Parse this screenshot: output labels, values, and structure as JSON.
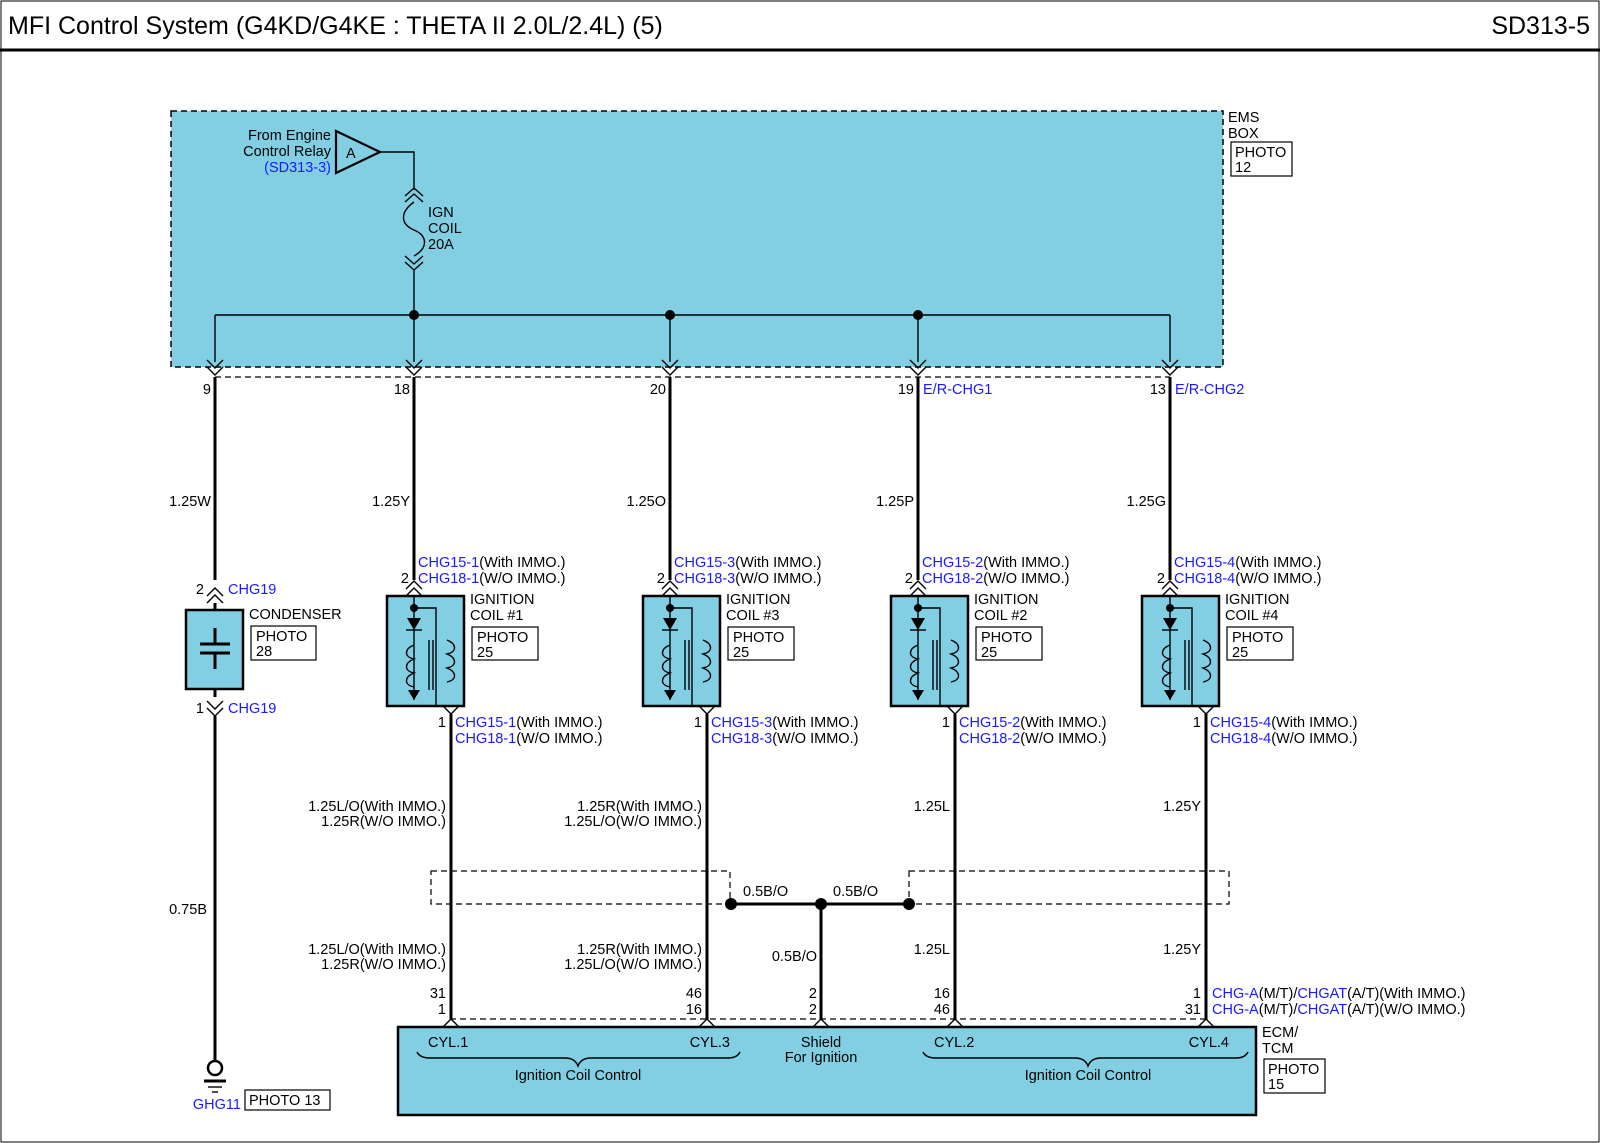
{
  "header": {
    "title": "MFI Control System (G4KD/G4KE : THETA II 2.0L/2.4L) (5)",
    "page_code": "SD313-5"
  },
  "colors": {
    "component_fill": "#82cfe3",
    "link_text": "#1a1aff",
    "wire": "#000000"
  },
  "ems_box": {
    "label_line1": "EMS",
    "label_line2": "BOX",
    "photo_line1": "PHOTO",
    "photo_line2": "12",
    "source_line1": "From Engine",
    "source_line2": "Control Relay",
    "source_ref": "(SD313-3)",
    "connector_letter": "A",
    "fuse_line1": "IGN",
    "fuse_line2": "COIL",
    "fuse_line3": "20A"
  },
  "ems_pins": [
    {
      "pin": "9",
      "connector": ""
    },
    {
      "pin": "18",
      "connector": ""
    },
    {
      "pin": "20",
      "connector": ""
    },
    {
      "pin": "19",
      "connector": "E/R-CHG1"
    },
    {
      "pin": "13",
      "connector": "E/R-CHG2"
    }
  ],
  "upper_wires": [
    "1.25W",
    "1.25Y",
    "1.25O",
    "1.25P",
    "1.25G"
  ],
  "condenser": {
    "name": "CONDENSER",
    "photo_line1": "PHOTO",
    "photo_line2": "28",
    "top_pin": "2",
    "top_connector": "CHG19",
    "bottom_pin": "1",
    "bottom_connector": "CHG19",
    "ground_wire": "0.75B",
    "ground_label": "GHG11",
    "ground_photo": "PHOTO 13"
  },
  "coils": [
    {
      "name_line1": "IGNITION",
      "name_line2": "COIL #1",
      "photo_line1": "PHOTO",
      "photo_line2": "25",
      "top_pin": "2",
      "top_c1": "CHG15-1",
      "top_c1_note": "(With IMMO.)",
      "top_c2": "CHG18-1",
      "top_c2_note": "(W/O IMMO.)",
      "bot_pin": "1",
      "bot_c1": "CHG15-1",
      "bot_c1_note": "(With IMMO.)",
      "bot_c2": "CHG18-1",
      "bot_c2_note": "(W/O IMMO.)",
      "wire_a1": "1.25L/O(With IMMO.)",
      "wire_a2": "1.25R(W/O IMMO.)",
      "wire_b1": "1.25L/O(With IMMO.)",
      "wire_b2": "1.25R(W/O IMMO.)",
      "ecm_pin1": "31",
      "ecm_pin2": "1"
    },
    {
      "name_line1": "IGNITION",
      "name_line2": "COIL #3",
      "photo_line1": "PHOTO",
      "photo_line2": "25",
      "top_pin": "2",
      "top_c1": "CHG15-3",
      "top_c1_note": "(With IMMO.)",
      "top_c2": "CHG18-3",
      "top_c2_note": "(W/O IMMO.)",
      "bot_pin": "1",
      "bot_c1": "CHG15-3",
      "bot_c1_note": "(With IMMO.)",
      "bot_c2": "CHG18-3",
      "bot_c2_note": "(W/O IMMO.)",
      "wire_a1": "1.25R(With IMMO.)",
      "wire_a2": "1.25L/O(W/O IMMO.)",
      "wire_b1": "1.25R(With IMMO.)",
      "wire_b2": "1.25L/O(W/O IMMO.)",
      "ecm_pin1": "46",
      "ecm_pin2": "16"
    },
    {
      "name_line1": "IGNITION",
      "name_line2": "COIL #2",
      "photo_line1": "PHOTO",
      "photo_line2": "25",
      "top_pin": "2",
      "top_c1": "CHG15-2",
      "top_c1_note": "(With IMMO.)",
      "top_c2": "CHG18-2",
      "top_c2_note": "(W/O IMMO.)",
      "bot_pin": "1",
      "bot_c1": "CHG15-2",
      "bot_c1_note": "(With IMMO.)",
      "bot_c2": "CHG18-2",
      "bot_c2_note": "(W/O IMMO.)",
      "wire_a1": "1.25L",
      "wire_a2": "",
      "wire_b1": "1.25L",
      "wire_b2": "",
      "ecm_pin1": "16",
      "ecm_pin2": "46"
    },
    {
      "name_line1": "IGNITION",
      "name_line2": "COIL #4",
      "photo_line1": "PHOTO",
      "photo_line2": "25",
      "top_pin": "2",
      "top_c1": "CHG15-4",
      "top_c1_note": "(With IMMO.)",
      "top_c2": "CHG18-4",
      "top_c2_note": "(W/O IMMO.)",
      "bot_pin": "1",
      "bot_c1": "CHG15-4",
      "bot_c1_note": "(With IMMO.)",
      "bot_c2": "CHG18-4",
      "bot_c2_note": "(W/O IMMO.)",
      "wire_a1": "1.25Y",
      "wire_a2": "",
      "wire_b1": "1.25Y",
      "wire_b2": "",
      "ecm_pin1": "1",
      "ecm_pin2": "31"
    }
  ],
  "shield": {
    "wire_left": "0.5B/O",
    "wire_right": "0.5B/O",
    "wire_down": "0.5B/O",
    "ecm_pin1": "2",
    "ecm_pin2": "2"
  },
  "ecm_connectors": {
    "line1_a": "CHG-A",
    "line1_b": "(M/T)/",
    "line1_c": "CHGAT",
    "line1_d": "(A/T)(With IMMO.)",
    "line2_a": "CHG-A",
    "line2_b": "(M/T)/",
    "line2_c": "CHGAT",
    "line2_d": "(A/T)(W/O IMMO.)"
  },
  "ecm": {
    "label_line1": "ECM/",
    "label_line2": "TCM",
    "photo_line1": "PHOTO",
    "photo_line2": "15",
    "cyl1": "CYL.1",
    "cyl3": "CYL.3",
    "cyl2": "CYL.2",
    "cyl4": "CYL.4",
    "shield_line1": "Shield",
    "shield_line2": "For Ignition",
    "group_left": "Ignition Coil Control",
    "group_right": "Ignition Coil Control"
  }
}
